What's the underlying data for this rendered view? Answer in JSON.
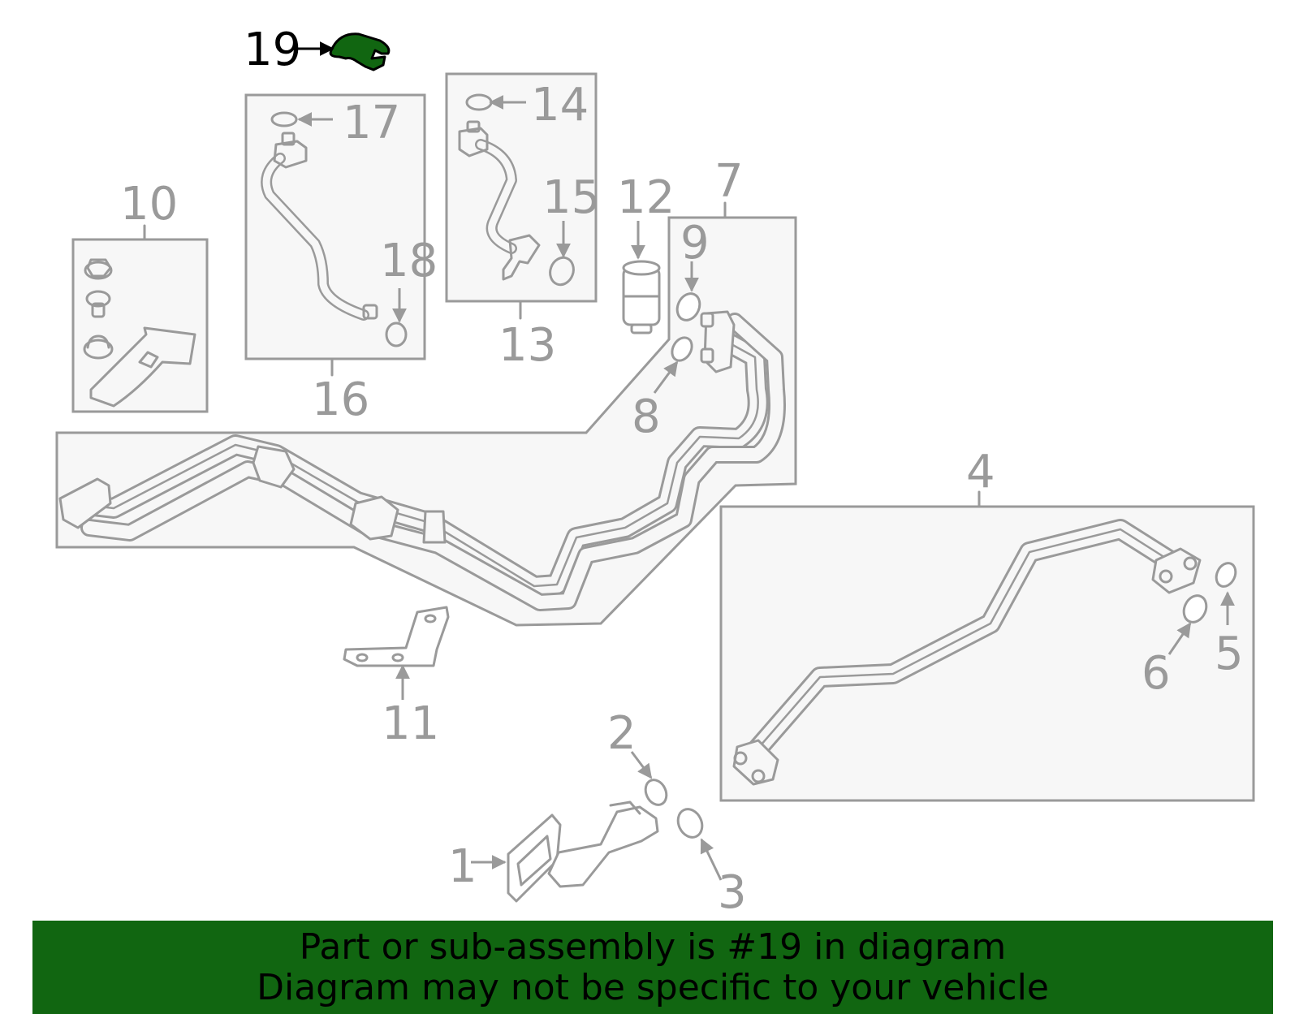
{
  "diagram": {
    "highlight_color": "#116611",
    "line_color": "#9a9a9a",
    "callouts": {
      "c1": "1",
      "c2": "2",
      "c3": "3",
      "c4": "4",
      "c5": "5",
      "c6": "6",
      "c7": "7",
      "c8": "8",
      "c9": "9",
      "c10": "10",
      "c11": "11",
      "c12": "12",
      "c13": "13",
      "c14": "14",
      "c15": "15",
      "c16": "16",
      "c17": "17",
      "c18": "18",
      "c19": "19"
    }
  },
  "banner": {
    "line1": "Part or sub-assembly is #19 in diagram",
    "line2": "Diagram may not be specific to your vehicle"
  }
}
